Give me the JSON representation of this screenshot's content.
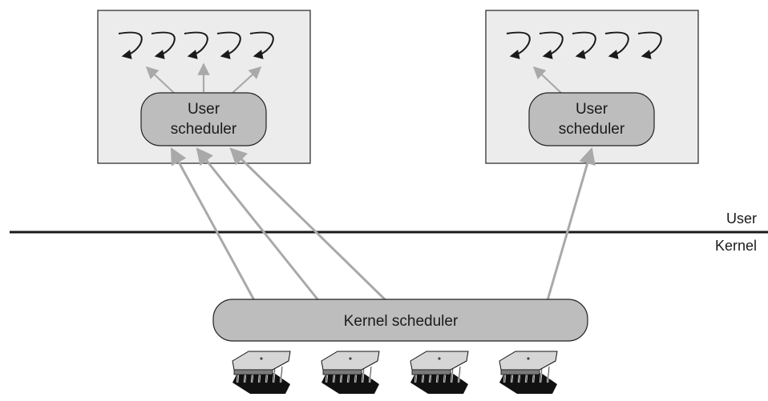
{
  "diagram": {
    "processes": [
      {
        "scheduler_label_line1": "User",
        "scheduler_label_line2": "scheduler",
        "thread_count": 5
      },
      {
        "scheduler_label_line1": "User",
        "scheduler_label_line2": "scheduler",
        "thread_count": 5
      }
    ],
    "user_mode_label": "User",
    "kernel_mode_label": "Kernel",
    "kernel_scheduler_label": "Kernel scheduler",
    "cpu_count": 4,
    "colors": {
      "process_box_fill": "#ececec",
      "scheduler_fill": "#bdbdbd",
      "arrow_gray": "#a9a9a9",
      "divider": "#1a1a1a"
    }
  }
}
